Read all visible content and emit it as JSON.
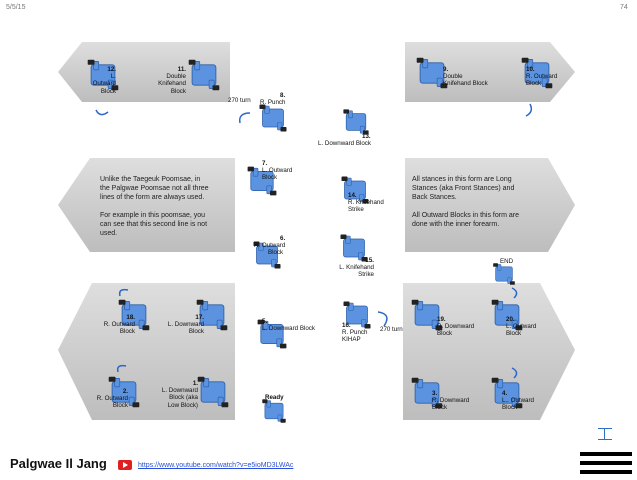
{
  "header": {
    "date": "5/5/15",
    "page": "74"
  },
  "title": "Palgwae Il Jang",
  "video_link": "https://www.youtube.com/watch?v=e5ioMD3LWAc",
  "notes": {
    "left_line1": "Unlike the Taegeuk Poomsae, in",
    "left_line2": "the Palgwae Poomsae not all three",
    "left_line3": "lines of the form are always used.",
    "left_line4": "For example in this poomsae, you",
    "left_line5": "can see that this second line is not",
    "left_line6": "used.",
    "right_line1": "All stances in this form are Long",
    "right_line2": "Stances (aka Front Stances) and",
    "right_line3": "Back Stances.",
    "right_line4": "All Outward Blocks in this form are",
    "right_line5": "done with the inner forearm."
  },
  "moves": {
    "m1": {
      "num": "1.",
      "l1": "L. Downward",
      "l2": "Block (aka",
      "l3": "Low Block)"
    },
    "m2": {
      "num": "2.",
      "l1": "R. Outward",
      "l2": "Block"
    },
    "m3": {
      "num": "3.",
      "l1": "R. Downward",
      "l2": "Block"
    },
    "m4": {
      "num": "4.",
      "l1": "L.. Outward",
      "l2": "Block"
    },
    "m5": {
      "num": "5.",
      "l1": "L. Downward Block"
    },
    "m6": {
      "num": "6.",
      "l1": "R. Outward",
      "l2": "Block"
    },
    "m7": {
      "num": "7.",
      "l1": "L. Outward",
      "l2": "Block"
    },
    "m8": {
      "num": "8.",
      "l1": "R. Punch",
      "turn": "270 turn"
    },
    "m9": {
      "num": "9.",
      "l1": "Double",
      "l2": "Knifehand Block"
    },
    "m10": {
      "num": "10.",
      "l1": "R. Outward",
      "l2": "Block"
    },
    "m11": {
      "num": "11.",
      "l1": "Double",
      "l2": "Knifehand Block"
    },
    "m12": {
      "num": "12.",
      "l1": "L. Outward",
      "l2": "Block"
    },
    "m13": {
      "num": "13.",
      "l1": "L. Downward Block"
    },
    "m14": {
      "num": "14.",
      "l1": "R. Knifehand",
      "l2": "Strike"
    },
    "m15": {
      "num": "15.",
      "l1": "L. Knifehand",
      "l2": "Strike"
    },
    "m16": {
      "num": "16.",
      "l1": "R. Punch",
      "l2": "KIHAP",
      "turn": "270 turn"
    },
    "m17": {
      "num": "17.",
      "l1": "L. Downward",
      "l2": "Block"
    },
    "m18": {
      "num": "18.",
      "l1": "R. Outward",
      "l2": "Block"
    },
    "m19": {
      "num": "19.",
      "l1": "R. Downward",
      "l2": "Block"
    },
    "m20": {
      "num": "20.",
      "l1": "L. Outward",
      "l2": "Block"
    },
    "ready": "Ready",
    "end": "END"
  },
  "colors": {
    "figure": "#5b93e0",
    "arrow_panel": "#c8c8c8",
    "foot": "#222222",
    "link": "#2a4fd8",
    "yt": "#e02020"
  }
}
